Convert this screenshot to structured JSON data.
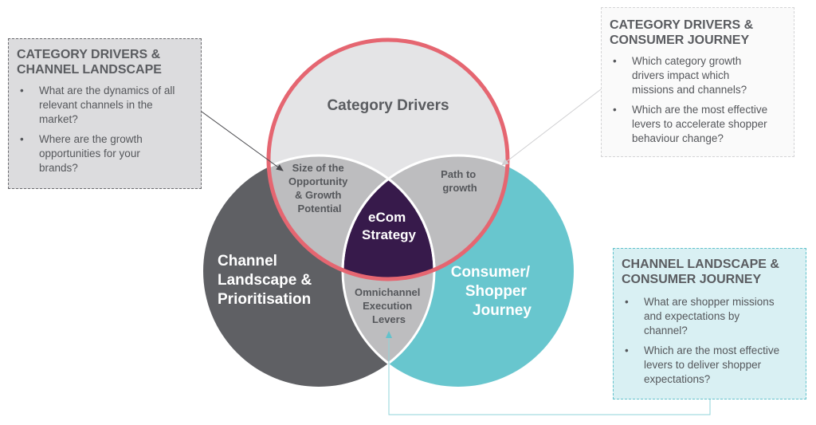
{
  "venn": {
    "top_label": "Category Drivers",
    "left_label": [
      "Channel",
      "Landscape &",
      "Prioritisation"
    ],
    "right_label": [
      "Consumer/",
      "Shopper",
      "Journey"
    ],
    "overlap_top_left": [
      "Size of the",
      "Opportunity",
      "& Growth",
      "Potential"
    ],
    "overlap_top_right": [
      "Path to",
      "growth"
    ],
    "overlap_bottom": [
      "Omnichannel",
      "Execution",
      "Levers"
    ],
    "center": [
      "eCom",
      "Strategy"
    ]
  },
  "boxes": {
    "left": {
      "title_lines": [
        "CATEGORY DRIVERS &",
        "CHANNEL LANDSCAPE"
      ],
      "bullets": [
        [
          "What are the dynamics of all",
          "relevant channels in the",
          "market?"
        ],
        [
          "Where are the growth",
          "opportunities for your",
          "brands?"
        ]
      ]
    },
    "right_top": {
      "title_lines": [
        "CATEGORY DRIVERS &",
        "CONSUMER JOURNEY"
      ],
      "bullets": [
        [
          "Which category growth",
          "drivers impact which",
          "missions and channels?"
        ],
        [
          "Which are the most effective",
          "levers to accelerate shopper",
          "behaviour change?"
        ]
      ]
    },
    "right_bottom": {
      "title_lines": [
        "CHANNEL LANDSCAPE &",
        "CONSUMER JOURNEY"
      ],
      "bullets": [
        [
          "What are shopper missions",
          "and expectations by",
          "channel?"
        ],
        [
          "Which are the most effective",
          "levers to deliver shopper",
          "expectations?"
        ]
      ]
    }
  },
  "bullet_char": "•",
  "colors": {
    "left_circle": "#5f6064",
    "right_circle": "#68c6ce",
    "top_circle_fill": "#e4e4e6",
    "top_circle_stroke": "#e56671",
    "overlap": "#bdbdbf",
    "center": "#371a4b",
    "dark_text": "#5a5c60",
    "light_text": "#ffffff",
    "connector": "#8fd3da"
  }
}
